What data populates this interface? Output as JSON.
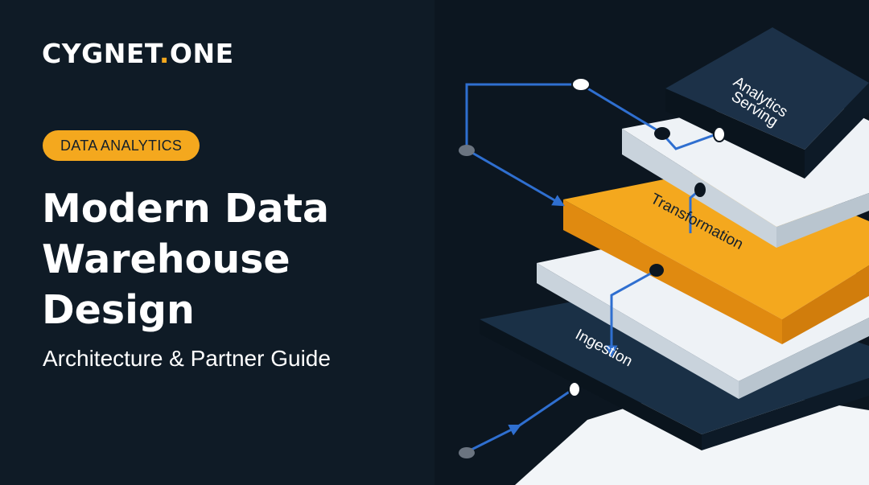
{
  "brand": {
    "name_main": "CYGNET",
    "name_dot": ".",
    "name_suffix": "ONE"
  },
  "badge": {
    "label": "DATA ANALYTICS"
  },
  "headline": {
    "lines": [
      "Modern Data",
      "Warehouse",
      "Design"
    ]
  },
  "subtitle": "Architecture & Partner Guide",
  "layers": [
    {
      "label": "Analytics\nServing"
    },
    {
      "label": "Transformation"
    },
    {
      "label": "Ingestion"
    }
  ],
  "colors": {
    "background": "#0f1b26",
    "accent": "#f4a81e",
    "connector": "#2f6fd0",
    "layer_dark": "#15293d",
    "layer_white": "#ecf1f5"
  }
}
